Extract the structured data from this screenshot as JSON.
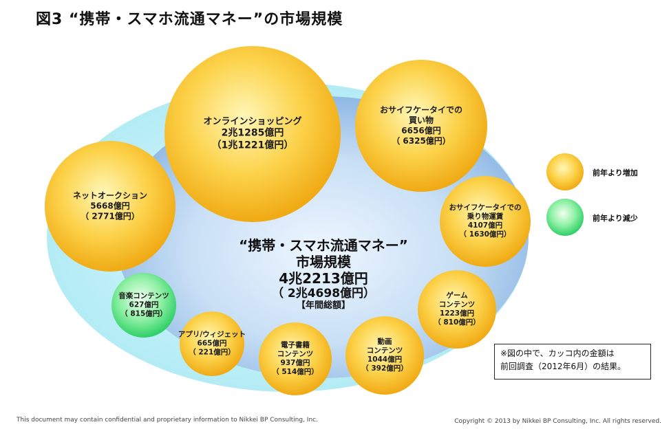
{
  "title": "図3 “携帯・スマホ流通マネー”の市場規模",
  "center": {
    "line1": "“携帯・スマホ流通マネー”",
    "line2": "市場規模",
    "line3": "4兆2213億円",
    "line4": "（ 2兆4698億円）",
    "line5": "【年間総額】"
  },
  "bubbles": [
    {
      "id": "online-shopping",
      "name_lines": [
        "オンラインショッピング"
      ],
      "value": "2兆1285億円",
      "prev": "（1兆1221億円）",
      "status": "increase"
    },
    {
      "id": "osaifu-shopping",
      "name_lines": [
        "おサイフケータイでの",
        "買い物"
      ],
      "value": "6656億円",
      "prev": "（ 6325億円）",
      "status": "increase"
    },
    {
      "id": "net-auction",
      "name_lines": [
        "ネットオークション"
      ],
      "value": "5668億円",
      "prev": "（ 2771億円）",
      "status": "increase"
    },
    {
      "id": "osaifu-transit",
      "name_lines": [
        "おサイフケータイでの",
        "乗り物運賃"
      ],
      "value": "4107億円",
      "prev": "（ 1630億円）",
      "status": "increase"
    },
    {
      "id": "game",
      "name_lines": [
        "ゲーム",
        "コンテンツ"
      ],
      "value": "1223億円",
      "prev": "（ 810億円）",
      "status": "increase"
    },
    {
      "id": "video",
      "name_lines": [
        "動画",
        "コンテンツ"
      ],
      "value": "1044億円",
      "prev": "（ 392億円）",
      "status": "increase"
    },
    {
      "id": "ebook",
      "name_lines": [
        "電子書籍",
        "コンテンツ"
      ],
      "value": "937億円",
      "prev": "（ 514億円）",
      "status": "increase"
    },
    {
      "id": "app-widget",
      "name_lines": [
        "アプリ/ウィジェット"
      ],
      "value": "665億円",
      "prev": "（ 221億円）",
      "status": "increase"
    },
    {
      "id": "music",
      "name_lines": [
        "音楽コンテンツ"
      ],
      "value": "627億円",
      "prev": "（ 815億円）",
      "status": "decrease"
    }
  ],
  "legend": {
    "increase": "前年より増加",
    "decrease": "前年より減少"
  },
  "colors": {
    "increase_center": "#fff3a8",
    "increase_edge": "#f2b21a",
    "decrease_center": "#e6ffe0",
    "decrease_edge": "#36d36a",
    "outer_ellipse": "#bff0f7",
    "inner_ellipse": "#9cc3ea"
  },
  "note": {
    "line1": "※図の中で、カッコ内の金額は",
    "line2": "前回調査（2012年6月）の結果。"
  },
  "footer": {
    "left": "This document may contain confidential and proprietary information to Nikkei BP Consulting, Inc.",
    "right": "Copyright © 2013 by Nikkei BP Consulting, Inc. All rights reserved."
  }
}
